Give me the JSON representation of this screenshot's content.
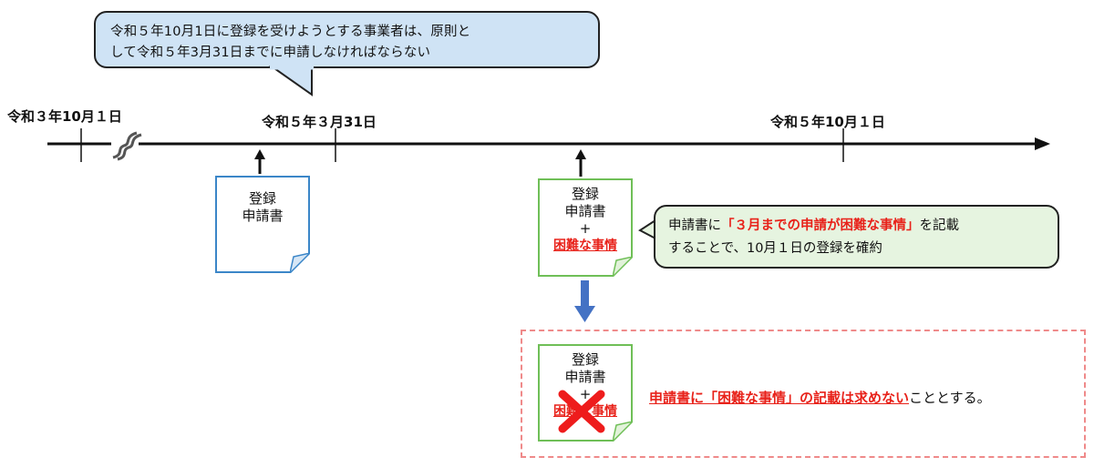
{
  "top_callout": {
    "line1": "令和５年10月1日に登録を受けようとする事業者は、原則と",
    "line2": "して令和５年3月31日までに申請しなければならない"
  },
  "dates": {
    "start": "令和３年10月１日",
    "deadline": "令和５年３月31日",
    "registration": "令和５年10月１日"
  },
  "doc_blue": {
    "line1": "登録",
    "line2": "申請書"
  },
  "doc_green": {
    "line1": "登録",
    "line2": "申請書",
    "plus": "+",
    "reason": "困難な事情"
  },
  "doc_crossed": {
    "line1": "登録",
    "line2": "申請書",
    "plus": "+",
    "reason": "困難な事情"
  },
  "right_callout": {
    "part1": "申請書に",
    "highlight": "「３月までの申請が困難な事情」",
    "part2": "を記載",
    "line2": "することで、10月１日の登録を確約"
  },
  "note": {
    "red": "申請書に「困難な事情」の記載は求めない",
    "plain": "こととする。"
  },
  "colors": {
    "callout_blue": "#cfe3f5",
    "callout_green": "#e6f4e0",
    "doc_blue_border": "#3b86c8",
    "doc_green_border": "#6fbf57",
    "highlight_red": "#e8221a",
    "arrow_blue": "#4472c4",
    "dashed_border": "#ef8a8a"
  }
}
